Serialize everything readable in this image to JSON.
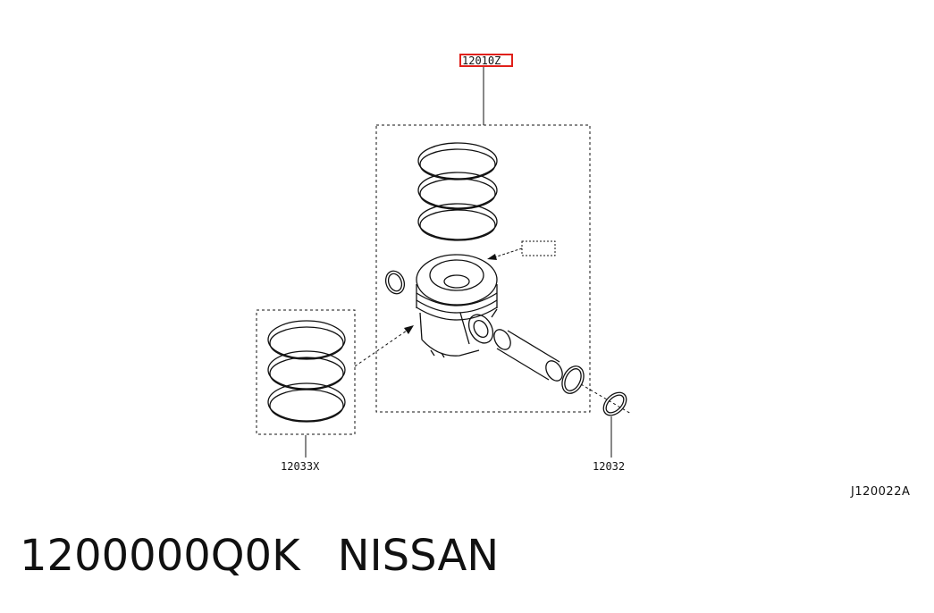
{
  "callouts": {
    "piston_assembly": "12010Z",
    "ring_set": "12033X",
    "snap_ring": "12032"
  },
  "figure_code": "J120022A",
  "footer": {
    "part_number": "1200000Q0K",
    "brand": "NISSAN"
  },
  "colors": {
    "line": "#111111",
    "highlight": "#e0201a"
  }
}
